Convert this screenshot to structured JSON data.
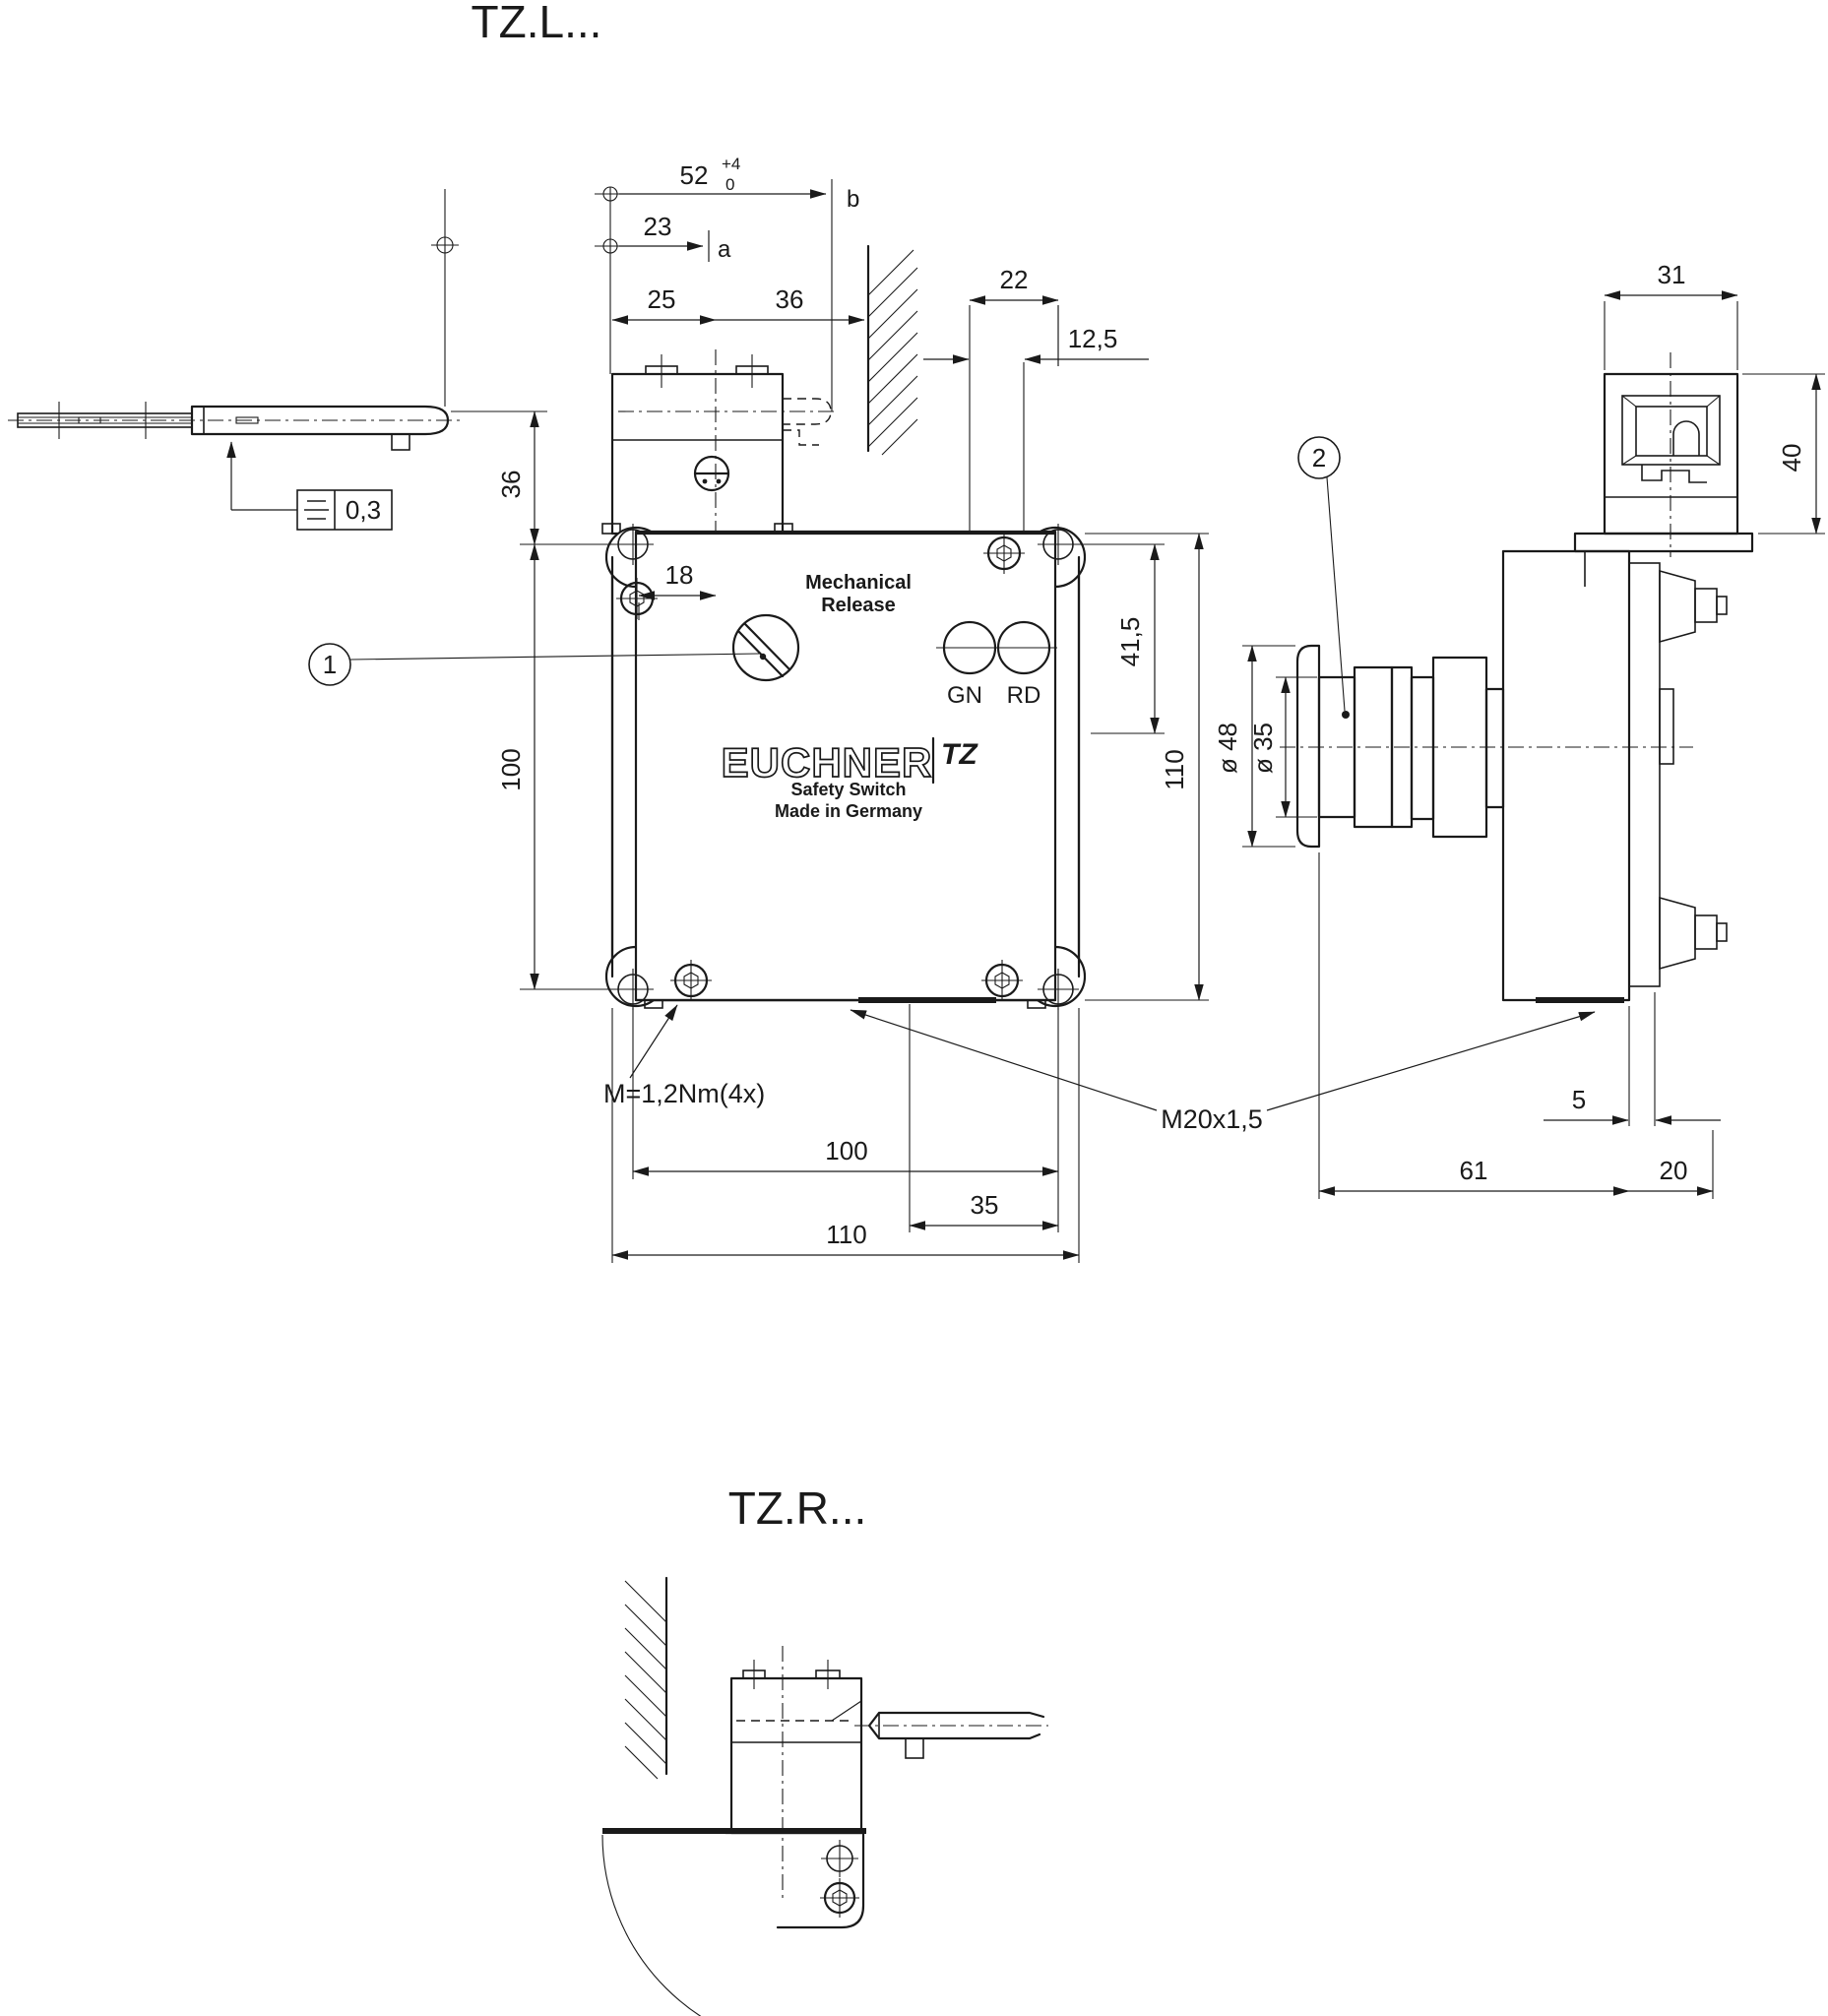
{
  "colors": {
    "line": "#1a1a1a",
    "background": "#ffffff"
  },
  "titles": {
    "left_variant": "TZ.L...",
    "right_variant": "TZ.R..."
  },
  "actuator_view": {
    "tolerance_value": "0,3"
  },
  "front_view": {
    "dims": {
      "d52": "52",
      "d52_tol_plus": "+4",
      "d52_tol_zero": "0",
      "ref_b": "b",
      "d23": "23",
      "ref_a": "a",
      "d25": "25",
      "d36_top": "36",
      "d22": "22",
      "d12_5": "12,5",
      "d36_left": "36",
      "d100_left": "100",
      "d18": "18",
      "d41_5": "41,5",
      "d110_right": "110",
      "d100_bottom": "100",
      "d35_bottom": "35",
      "d110_bottom": "110"
    },
    "labels": {
      "mech_release_1": "Mechanical",
      "mech_release_2": "Release",
      "led_green": "GN",
      "led_red": "RD",
      "balloon_1": "1",
      "torque_note": "M=1,2Nm(4x)",
      "gland_note": "M20x1,5"
    },
    "logo": {
      "brand": "EUCHNER",
      "series": "TZ",
      "subtitle": "Safety Switch",
      "origin": "Made in Germany"
    }
  },
  "side_view": {
    "dims": {
      "d31": "31",
      "d40": "40",
      "d48": "ø 48",
      "d35": "ø 35",
      "d5": "5",
      "d61": "61",
      "d20": "20"
    },
    "labels": {
      "balloon_2": "2"
    }
  }
}
